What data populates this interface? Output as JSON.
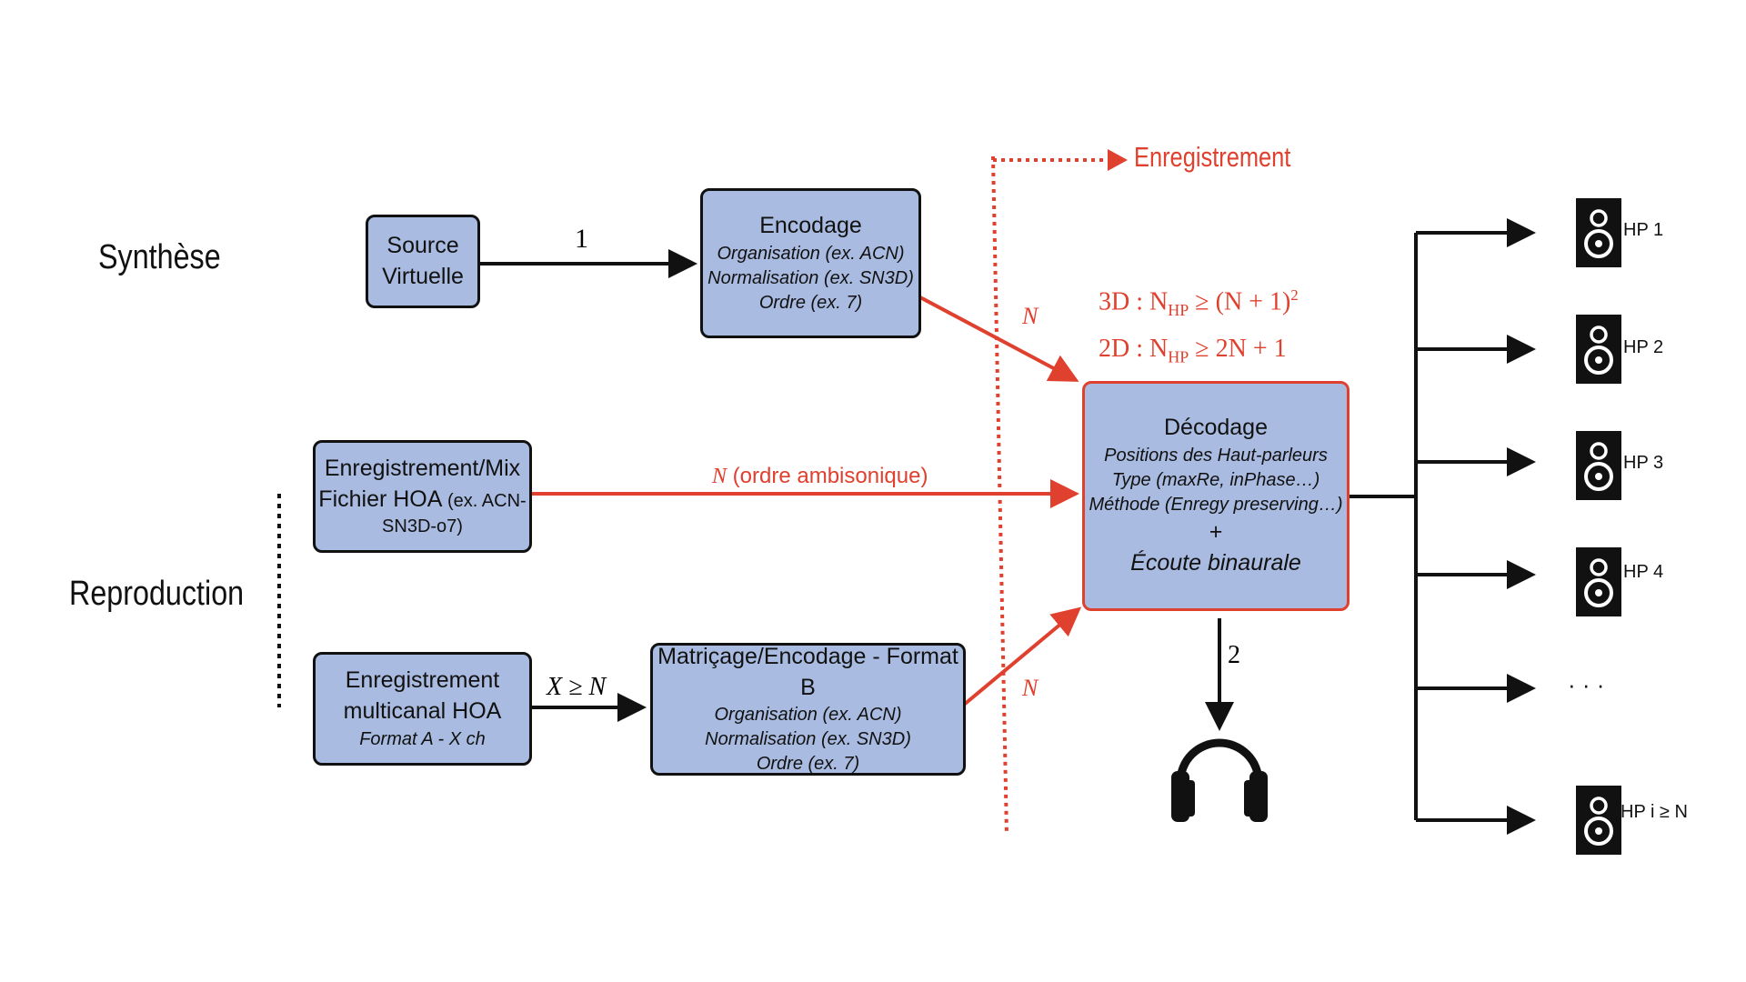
{
  "rows": {
    "synthese": "Synthèse",
    "reproduction": "Reproduction"
  },
  "source": {
    "line1": "Source",
    "line2": "Virtuelle"
  },
  "encodage": {
    "title": "Encodage",
    "lines": [
      "Organisation (ex. ACN)",
      "Normalisation (ex. SN3D)",
      "Ordre (ex. 7)"
    ]
  },
  "enreg_mix": {
    "line1": "Enregistrement/Mix",
    "line2": "Fichier HOA",
    "line2_small": "(ex. ACN-",
    "line3": "SN3D-o7)"
  },
  "enreg_multi": {
    "line1": "Enregistrement",
    "line2": "multicanal HOA",
    "line3": "Format A - X ch"
  },
  "matricage": {
    "title": "Matriçage/Encodage - Format B",
    "lines": [
      "Organisation (ex. ACN)",
      "Normalisation (ex. SN3D)",
      "Ordre (ex. 7)"
    ]
  },
  "decodage": {
    "title": "Décodage",
    "lines": [
      "Positions des Haut-parleurs",
      "Type (maxRe, inPhase…)",
      "Méthode (Enregy preserving…)"
    ],
    "plus": "+",
    "binaural": "Écoute binaurale"
  },
  "arrows": {
    "one": "1",
    "n_top": "N",
    "n_bottom": "N",
    "n_mid_var": "N",
    "n_mid_text": " (ordre ambisonique)",
    "x_ge_n": "X ≥ N",
    "two": "2"
  },
  "enregistrement_label": "Enregistrement",
  "formulas": {
    "f3d": {
      "pre": "3D : N",
      "sub": "HP",
      "post": " ≥ (N + 1)",
      "sup": "2"
    },
    "f2d": {
      "pre": "2D : N",
      "sub": "HP",
      "post": " ≥ 2N + 1"
    }
  },
  "speakers": [
    {
      "label": "HP 1"
    },
    {
      "label": "HP 2"
    },
    {
      "label": "HP 3"
    },
    {
      "label": "HP 4"
    },
    {
      "label": "HP i ≥ N"
    }
  ],
  "ellipsis": "· · ·",
  "colors": {
    "box_fill": "#a9bbe0",
    "accent_red": "#e0402e",
    "ink": "#111111"
  }
}
